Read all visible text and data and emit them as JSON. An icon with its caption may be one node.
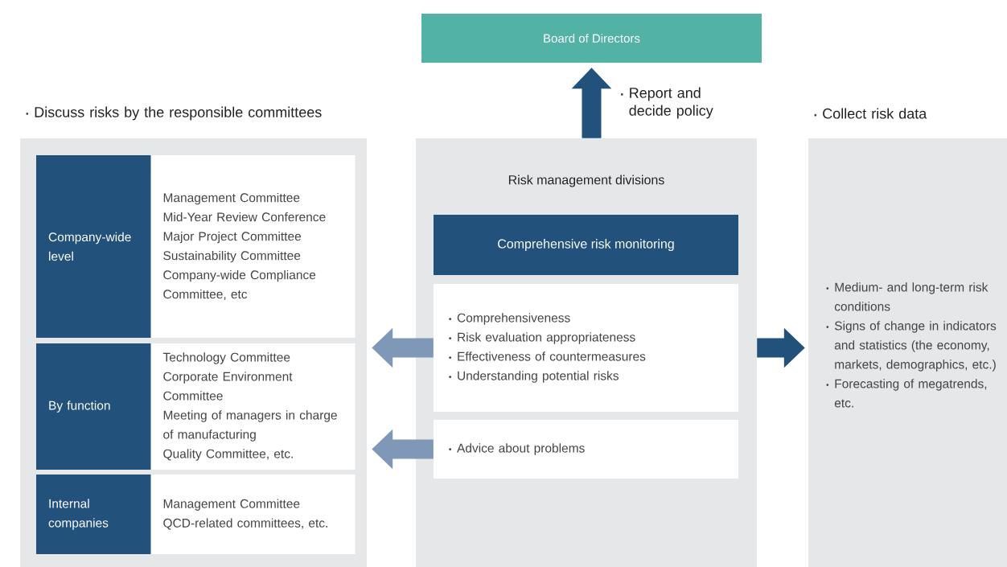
{
  "diagram": {
    "nodes": [
      {
        "text": [
          "Board of Directors"
        ]
      },
      {
        "text": [
          "Discuss risks by the responsible committees"
        ]
      },
      {
        "text": [
          "Company-wide level"
        ],
        "in": 1
      },
      {
        "text": [
          "Management Committee",
          "Mid-Year Review Conference",
          "Major Project Committee",
          "Sustainability Committee",
          "Company-wide Compliance Committee, etc"
        ],
        "in": 1
      },
      {
        "text": [
          "By function"
        ],
        "in": 1
      },
      {
        "text": [
          "Technology Committee",
          "Corporate Environment Committee",
          "Meeting of managers in charge of manufacturing",
          "Quality Committee, etc."
        ],
        "in": 1
      },
      {
        "text": [
          "Internal companies"
        ],
        "in": 1
      },
      {
        "text": [
          "Management Committee",
          "QCD-related committees, etc."
        ],
        "in": 1
      },
      {
        "text": [
          "Risk management divisions"
        ]
      },
      {
        "text": [
          "Comprehensive risk monitoring"
        ],
        "in": 8
      },
      {
        "text": [
          "Comprehensiveness",
          "Risk evaluation appropriateness",
          "Effectiveness of countermeasures",
          "Understanding potential risks"
        ],
        "in": 8
      },
      {
        "text": [
          "Advice about problems"
        ],
        "in": 8
      },
      {
        "text": [
          "Collect risk data",
          "Medium- and long-term risk conditions",
          "Signs of change in indicators and statistics (the economy, markets, demographics, etc.)",
          "Forecasting of megatrends, etc."
        ]
      }
    ],
    "edges": [
      {
        "from": 8,
        "to": 0,
        "arrow": "to",
        "label": "Report and decide policy"
      },
      {
        "from": 10,
        "to": 1,
        "arrow": "to",
        "color": "#7f98b8"
      },
      {
        "from": 11,
        "to": 1,
        "arrow": "to",
        "color": "#7f98b8"
      },
      {
        "from": 8,
        "to": 12,
        "arrow": "to"
      }
    ]
  }
}
